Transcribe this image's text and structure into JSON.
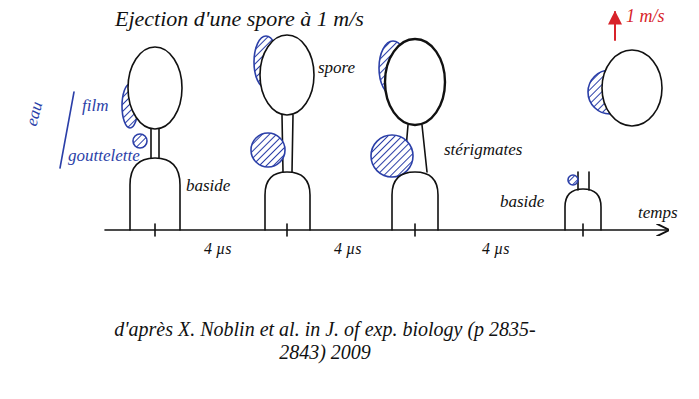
{
  "diagram": {
    "title": "Ejection d'une spore à 1 m/s",
    "caption": "d'après X. Noblin et al. in J. of exp. biology (p 2835-2843) 2009",
    "labels": [
      "eau",
      "film",
      "gouttelette",
      "spore",
      "baside",
      "stérigmates",
      "baside",
      "temps",
      "4 µs",
      "4 µs",
      "4 µs",
      "1 m/s"
    ]
  }
}
